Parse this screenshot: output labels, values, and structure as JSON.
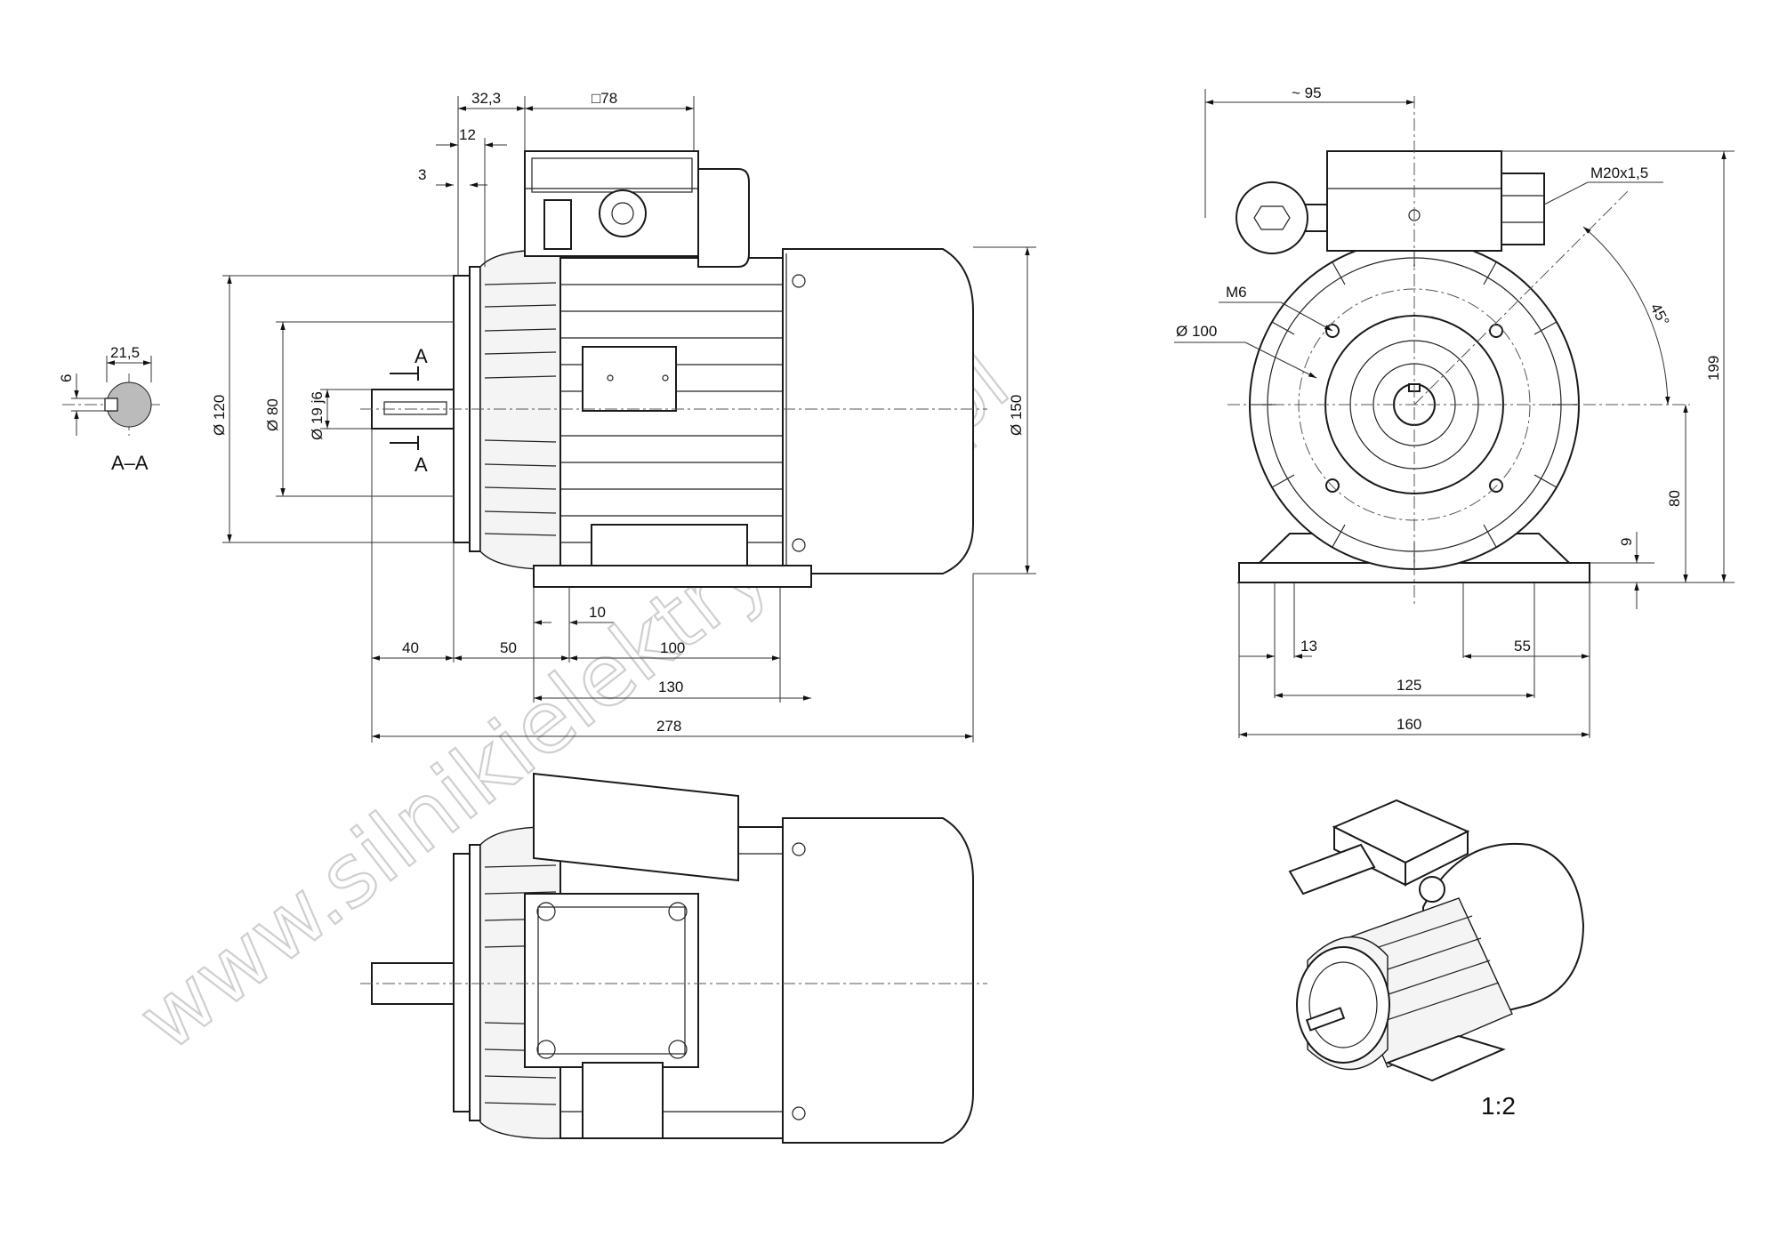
{
  "side_view": {
    "dim_32_3": "32,3",
    "dim_78": "□78",
    "dim_12": "12",
    "dim_3": "3",
    "dim_d120": "Ø 120",
    "dim_d80": "Ø 80",
    "dim_d19": "Ø 19 j6",
    "dim_d150": "Ø 150",
    "dim_10": "10",
    "dim_40": "40",
    "dim_50": "50",
    "dim_100": "100",
    "dim_130": "130",
    "dim_278": "278",
    "section_marker_top": "A",
    "section_marker_bottom": "A"
  },
  "section_view": {
    "dim_21_5": "21,5",
    "dim_6": "6",
    "label": "A–A"
  },
  "front_view": {
    "dim_95": "~ 95",
    "dim_m20": "M20x1,5",
    "dim_m6": "M6",
    "dim_d100": "Ø 100",
    "dim_45": "45°",
    "dim_199": "199",
    "dim_80": "80",
    "dim_9": "9",
    "dim_13": "13",
    "dim_55": "55",
    "dim_125": "125",
    "dim_160": "160"
  },
  "iso_view": {
    "scale": "1:2"
  },
  "watermark": "www.silnikielektryczne.pl"
}
